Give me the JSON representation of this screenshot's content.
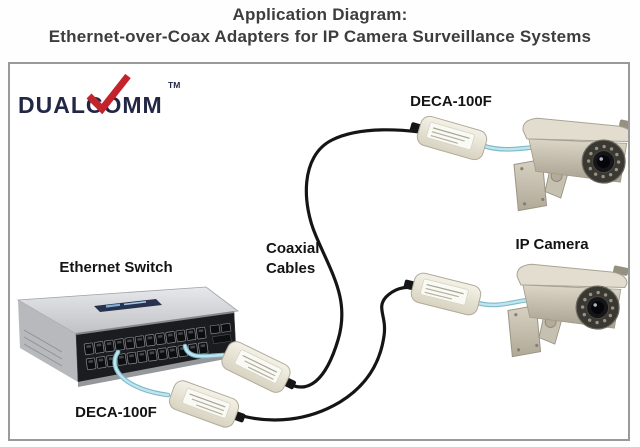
{
  "title": {
    "line1": "Application Diagram:",
    "line2": "Ethernet-over-Coax Adapters for IP Camera Surveillance Systems"
  },
  "brand": {
    "name": "DUALCOMM",
    "trademark": "TM"
  },
  "diagram": {
    "labels": {
      "adapter_top": "DECA-100F",
      "adapter_bottom": "DECA-100F",
      "camera": "IP Camera",
      "cables_line1": "Coaxial",
      "cables_line2": "Cables",
      "switch": "Ethernet Switch"
    },
    "devices": [
      "Ethernet Switch",
      "DECA-100F Ethernet-over-Coax Adapter",
      "IP Camera"
    ],
    "connections": [
      {
        "from": "ethernet-switch",
        "to": "deca-100f-adapter-bottom-1",
        "cable": "ethernet"
      },
      {
        "from": "ethernet-switch",
        "to": "deca-100f-adapter-bottom-2",
        "cable": "ethernet"
      },
      {
        "from": "deca-100f-adapter-bottom-1",
        "to": "deca-100f-adapter-camera-1",
        "cable": "coaxial"
      },
      {
        "from": "deca-100f-adapter-bottom-2",
        "to": "deca-100f-adapter-camera-2",
        "cable": "coaxial"
      },
      {
        "from": "deca-100f-adapter-camera-1",
        "to": "ip-camera-1",
        "cable": "ethernet"
      },
      {
        "from": "deca-100f-adapter-camera-2",
        "to": "ip-camera-2",
        "cable": "ethernet"
      }
    ],
    "colors": {
      "coaxial_cable": "#151515",
      "ethernet_cable": "#aadce9",
      "brand_text": "#232746",
      "brand_check": "#c4232b",
      "title_text": "#3d3d3d",
      "border": "#9a9a9a"
    }
  }
}
